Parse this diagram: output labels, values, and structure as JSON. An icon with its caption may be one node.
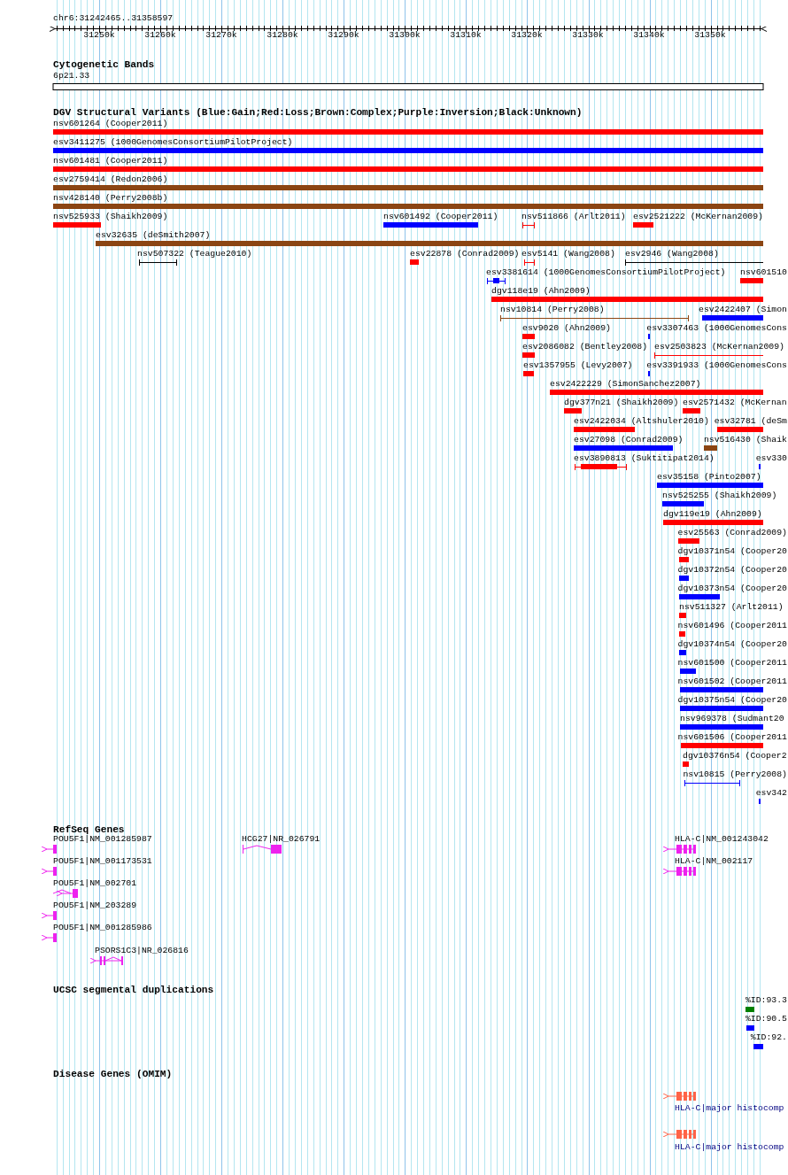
{
  "diagram": {
    "labels": [
      "chr6:31242465..31358597",
      "31250k",
      "31260k",
      "31270k",
      "31280k",
      "31290k",
      "31300k",
      "31310k",
      "31320k",
      "31330k",
      "31340k",
      "31350k",
      "Cytogenetic Bands",
      "6p21.33",
      "DGV Structural Variants (Blue:Gain;Red:Loss;Brown:Complex;Purple:Inversion;Black:Unknown)",
      "nsv601264 (Cooper2011)",
      "esv3411275 (1000GenomesConsortiumPilotProject)",
      "nsv601481 (Cooper2011)",
      "esv2759414 (Redon2006)",
      "nsv428140 (Perry2008b)",
      "nsv525933 (Shaikh2009)",
      "nsv601492 (Cooper2011)",
      "nsv511866 (Arlt2011)",
      "esv2521222 (McKernan2009)",
      "esv32635 (deSmith2007)",
      "nsv507322 (Teague2010)",
      "esv22878 (Conrad2009)",
      "esv5141 (Wang2008)",
      "esv2946 (Wang2008)",
      "esv3381614 (1000GenomesConsortiumPilotProject)",
      "nsv601510",
      "dgv118e19 (Ahn2009)",
      "nsv10814 (Perry2008)",
      "esv2422407 (Simon",
      "esv9020 (Ahn2009)",
      "esv3307463 (1000GenomesCons",
      "esv2086082 (Bentley2008)",
      "esv2503823 (McKernan2009)",
      "esv1357955 (Levy2007)",
      "esv3391933 (1000GenomesCons",
      "esv2422229 (SimonSanchez2007)",
      "dgv377n21 (Shaikh2009)",
      "esv2571432 (McKernan",
      "esv2422034 (Altshuler2010)",
      "esv32781 (deSm",
      "esv27098 (Conrad2009)",
      "nsv516430 (Shaik",
      "esv3890813 (Suktitipat2014)",
      "esv330",
      "esv35158 (Pinto2007)",
      "nsv525255 (Shaikh2009)",
      "dgv119e19 (Ahn2009)",
      "esv25563 (Conrad2009)",
      "dgv10371n54 (Cooper20",
      "dgv10372n54 (Cooper20",
      "dgv10373n54 (Cooper20",
      "nsv511327 (Arlt2011)",
      "nsv601496 (Cooper2011",
      "dgv10374n54 (Cooper20",
      "nsv601500 (Cooper2011",
      "nsv601502 (Cooper2011",
      "dgv10375n54 (Cooper20",
      "nsv969378 (Sudmant20",
      "nsv601506 (Cooper2011",
      "dgv10376n54 (Cooper2",
      "nsv10815 (Perry2008)",
      "esv342",
      "RefSeq Genes",
      "POU5F1|NM_001285987",
      "HCG27|NR_026791",
      "HLA-C|NM_001243042",
      "POU5F1|NM_001173531",
      "HLA-C|NM_002117",
      "POU5F1|NM_002701",
      "POU5F1|NM_203289",
      "POU5F1|NM_001285986",
      "PSORS1C3|NR_026816",
      "UCSC segmental duplications",
      "%ID:93.3",
      "%ID:90.5",
      "%ID:92.",
      "Disease Genes (OMIM)",
      "HLA-C|major histocomp",
      "HLA-C|major histocomp"
    ]
  }
}
